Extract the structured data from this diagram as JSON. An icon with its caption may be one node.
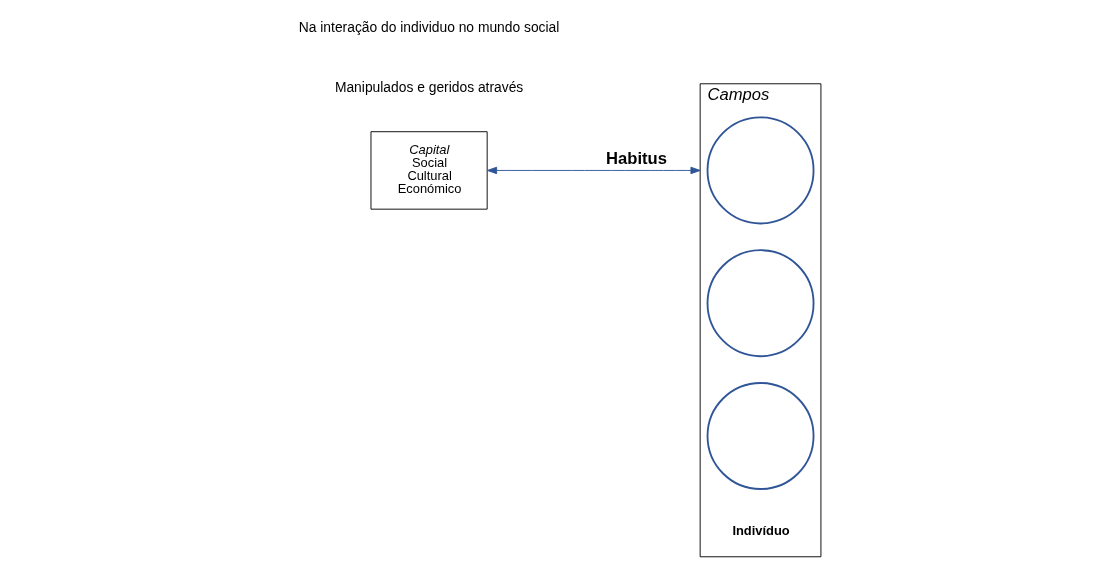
{
  "diagram": {
    "nodes": [
      {
        "text": [
          "Capital",
          "Social",
          "Cultural",
          "Económico"
        ]
      },
      {
        "text": [
          "Campos"
        ]
      },
      {
        "text": [],
        "shape": "circle",
        "in": 1
      },
      {
        "text": [],
        "shape": "circle",
        "in": 1
      },
      {
        "text": [],
        "shape": "circle",
        "in": 1
      }
    ],
    "edges": [
      {
        "from": 0,
        "to": 1,
        "arrow": "both",
        "label": "Habitus"
      }
    ],
    "labels": [
      "Manipulados e geridos através",
      "Na interação do individuo no mundo social",
      "Indivíduo"
    ]
  }
}
